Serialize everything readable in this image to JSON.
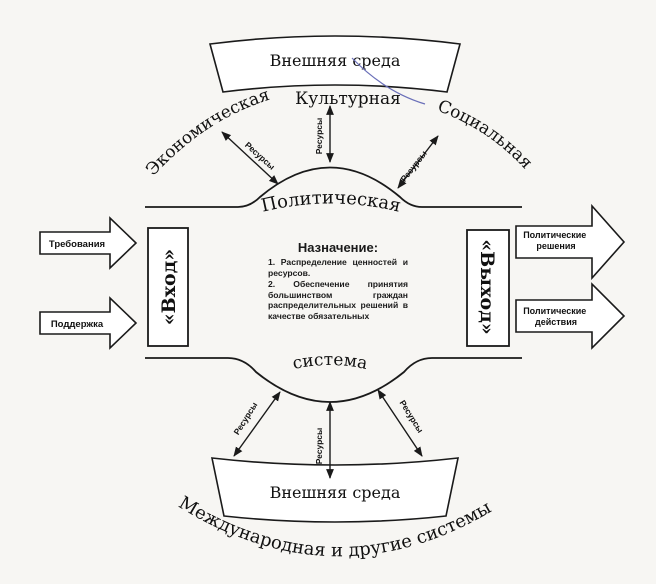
{
  "environment_top": "Внешняя среда",
  "environment_bottom": "Внешняя среда",
  "spheres": {
    "economic": "Экономическая",
    "cultural": "Культурная",
    "social": "Социальная"
  },
  "international": "Международная и другие системы",
  "system_title_top": "Политическая",
  "system_title_bottom": "система",
  "purpose": {
    "title": "Назначение:",
    "items": [
      "1.  Распределение ценностей и ресурсов.",
      "2. Обеспечение принятия большинством граждан распределительных решений в качестве обязательных"
    ]
  },
  "input": {
    "label": "«Вход»",
    "arrows": [
      "Требования",
      "Поддержка"
    ]
  },
  "output": {
    "label": "«Выход»",
    "arrows": [
      "Политические решения",
      "Политические действия"
    ]
  },
  "resources_label": "Ресурсы"
}
